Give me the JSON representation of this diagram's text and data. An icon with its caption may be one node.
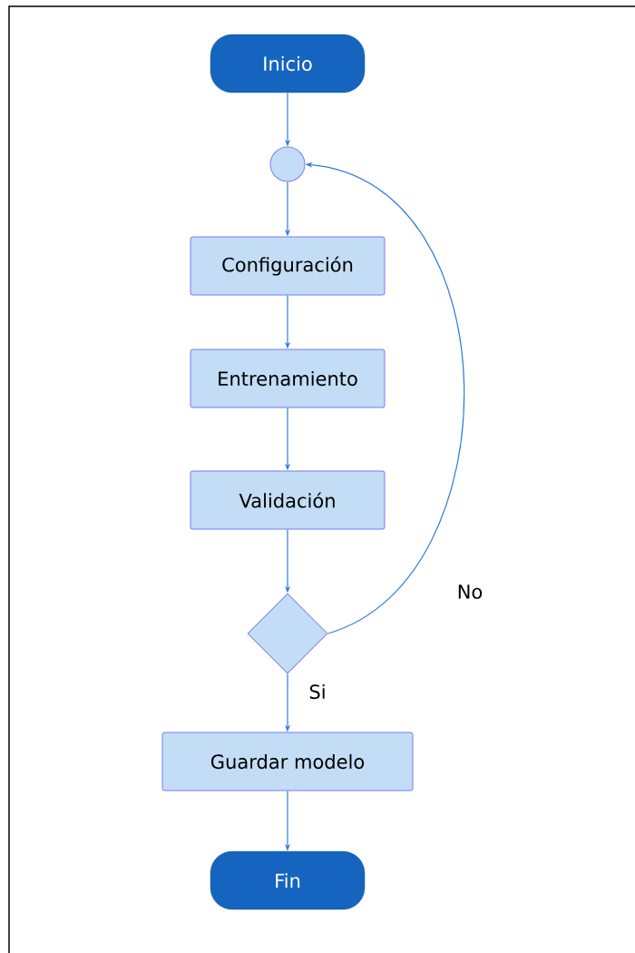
{
  "diagram": {
    "nodes": [
      {
        "text": [
          "Inicio"
        ]
      },
      {
        "text": [],
        "shape": "circle"
      },
      {
        "text": [
          "Configuración"
        ]
      },
      {
        "text": [
          "Entrenamiento"
        ]
      },
      {
        "text": [
          "Validación"
        ]
      },
      {
        "text": [],
        "shape": "diamond"
      },
      {
        "text": [
          "Guardar modelo"
        ]
      },
      {
        "text": [
          "Fin"
        ]
      }
    ],
    "edges": [
      {
        "from": 0,
        "to": 1,
        "arrow": "to"
      },
      {
        "from": 1,
        "to": 2,
        "arrow": "to"
      },
      {
        "from": 2,
        "to": 3,
        "arrow": "to"
      },
      {
        "from": 3,
        "to": 4,
        "arrow": "to"
      },
      {
        "from": 4,
        "to": 5,
        "arrow": "to"
      },
      {
        "from": 5,
        "to": 6,
        "arrow": "to",
        "label": "Si"
      },
      {
        "from": 5,
        "to": 1,
        "arrow": "to",
        "label": "No"
      },
      {
        "from": 6,
        "to": 7,
        "arrow": "to"
      }
    ]
  }
}
